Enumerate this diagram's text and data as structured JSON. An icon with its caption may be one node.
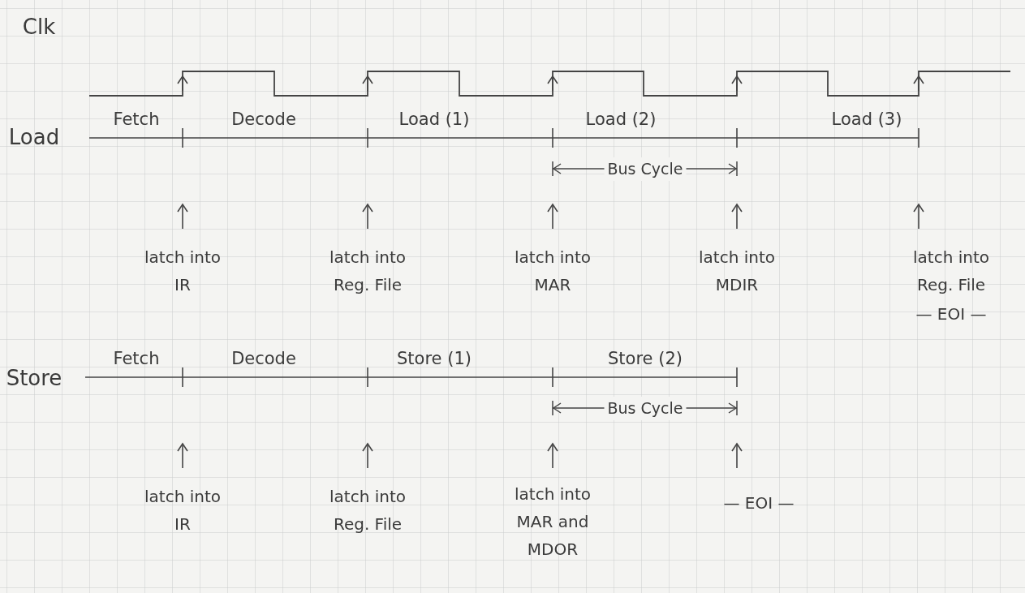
{
  "diagram": {
    "labels": [
      "Clk",
      "Load",
      "Fetch",
      "Decode",
      "Load (1)",
      "Load (2)",
      "Load (3)",
      "Bus Cycle",
      "latch into IR",
      "latch into Reg. File",
      "latch into MAR",
      "latch into MDIR",
      "latch into Reg. File",
      "— EOI —",
      "Store",
      "Fetch",
      "Decode",
      "Store (1)",
      "Store (2)",
      "Bus Cycle",
      "latch into IR",
      "latch into Reg. File",
      "latch into MAR and MDOR",
      "— EOI —"
    ]
  }
}
